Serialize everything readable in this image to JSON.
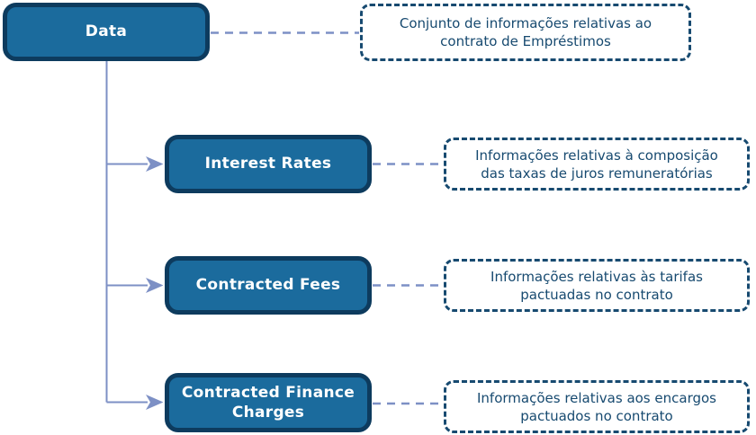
{
  "diagram": {
    "colors": {
      "background": "#FFFFFF",
      "node_fill": "#1B6B9D",
      "node_border": "#0D3B5E",
      "node_text": "#FFFFFF",
      "connector_line": "#7D90C5",
      "annotation_border": "#174A70",
      "annotation_text": "#174A70"
    },
    "root": {
      "label": "Data",
      "note": "Conjunto de informações relativas ao contrato de Empréstimos",
      "note_lines": [
        "Conjunto de informações relativas ao",
        "contrato de Empréstimos"
      ]
    },
    "children": [
      {
        "label": "Interest Rates",
        "note": "Informações relativas à composição das taxas de juros remuneratórias",
        "note_lines": [
          "Informações relativas à composição",
          "das taxas de juros remuneratórias"
        ]
      },
      {
        "label": "Contracted Fees",
        "note": "Informações relativas às tarifas pactuadas no contrato",
        "note_lines": [
          "Informações relativas às tarifas",
          "pactuadas no contrato"
        ]
      },
      {
        "label": "Contracted Finance Charges",
        "note": "Informações relativas aos encargos pactuados no contrato",
        "note_lines": [
          "Informações relativas aos encargos",
          "pactuados no contrato"
        ]
      }
    ]
  }
}
